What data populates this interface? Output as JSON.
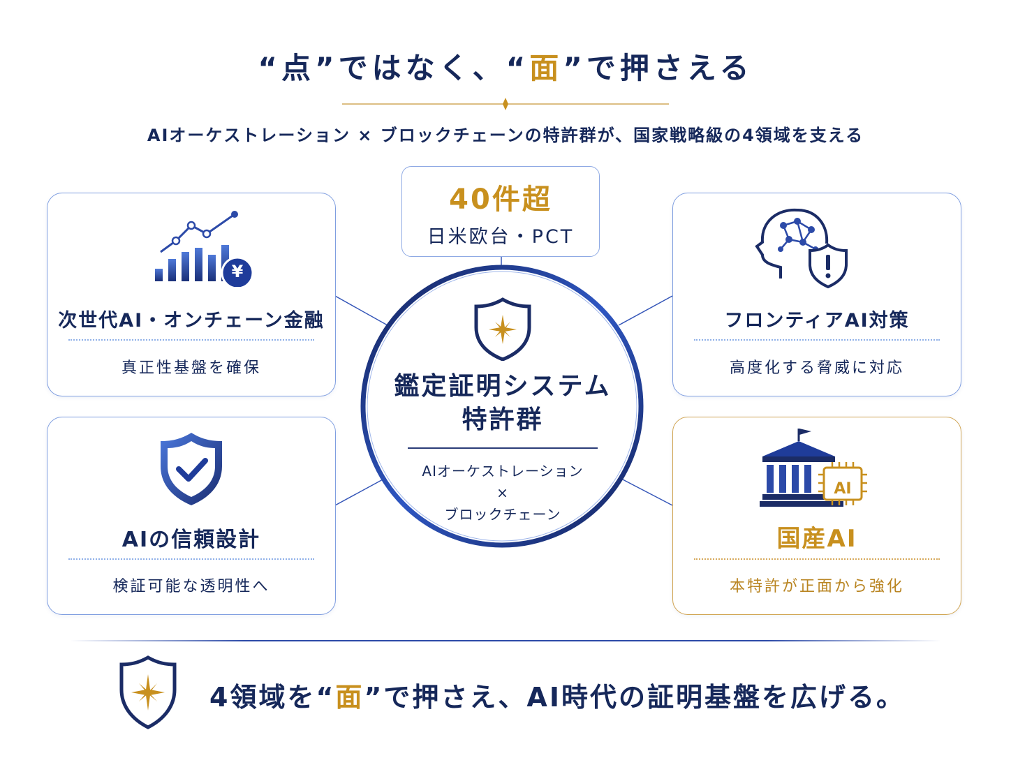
{
  "header": {
    "title_a": "“点”ではなく、“",
    "title_gold": "面",
    "title_b": "”で押さえる",
    "subtitle": "AIオーケストレーション × ブロックチェーンの特許群が、国家戦略級の4領域を支える"
  },
  "patents": {
    "count": "40件超",
    "regions": "日米欧台・PCT"
  },
  "center": {
    "title_line1": "鑑定証明システム",
    "title_line2": "特許群",
    "sub_line1": "AIオーケストレーション",
    "sub_line2": "×",
    "sub_line3": "ブロックチェーン"
  },
  "domains": [
    {
      "title": "次世代AI・オンチェーン金融",
      "subtitle": "真正性基盤を確保",
      "icon": "chart-yen-icon"
    },
    {
      "title": "フロンティアAI対策",
      "subtitle": "高度化する脅威に対応",
      "icon": "brain-shield-icon"
    },
    {
      "title": "AIの信頼設計",
      "subtitle": "検証可能な透明性へ",
      "icon": "shield-check-icon"
    },
    {
      "title": "国産AI",
      "subtitle": "本特許が正面から強化",
      "icon": "government-ai-chip-icon",
      "chip_label": "AI"
    }
  ],
  "yen_symbol": "¥",
  "footer": {
    "tag_a": "4領域を“",
    "tag_gold": "面",
    "tag_b": "”で押さえ、AI時代の証明基盤を広げる。"
  },
  "colors": {
    "navy": "#16285a",
    "gold": "#c8901e",
    "blue": "#2c4aa8",
    "light_blue_border": "#7f9ee0"
  }
}
